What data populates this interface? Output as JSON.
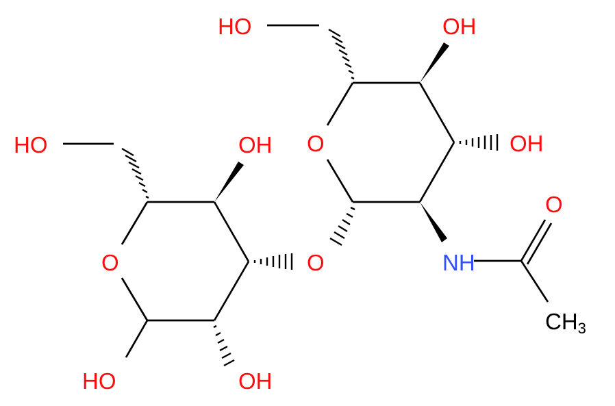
{
  "structure": {
    "labels": {
      "ho_top_left_ring": "HO",
      "oh_top_right_ring": "OH",
      "o_ring_right": "O",
      "oh_c4_right": "OH",
      "o_carbonyl": "O",
      "nh": "NH",
      "ch3": "CH",
      "ch3_sub": "3",
      "o_glycosidic": "O",
      "ho_left_ring": "HO",
      "oh_top_left_ring": "OH",
      "o_ring_left": "O",
      "ho_anomeric": "HO",
      "oh_bottom": "OH"
    },
    "colors": {
      "oxygen": "#ff0d0d",
      "nitrogen": "#3050f8",
      "carbon": "#000000"
    }
  }
}
